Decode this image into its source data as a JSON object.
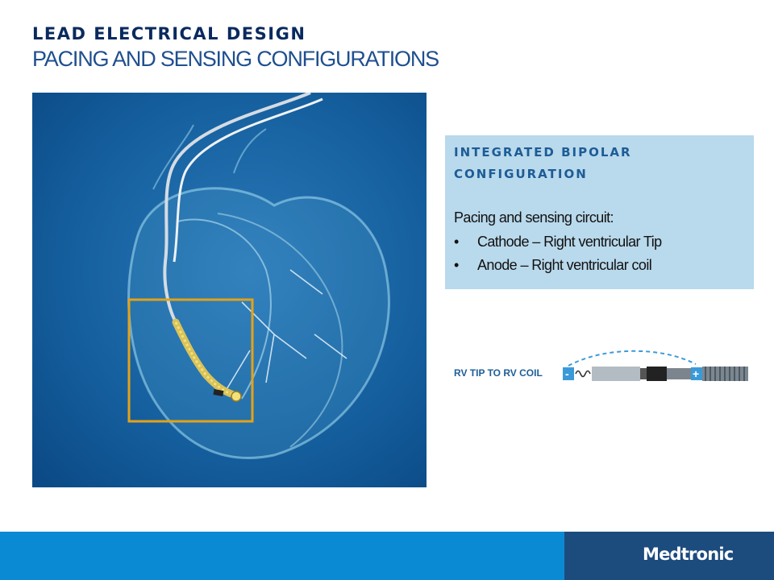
{
  "slide": {
    "title": "LEAD ELECTRICAL DESIGN",
    "subtitle": "PACING AND SENSING CONFIGURATIONS"
  },
  "info_box": {
    "heading": "INTEGRATED BIPOLAR CONFIGURATION",
    "intro": "Pacing and sensing circuit:",
    "bullets": [
      "Cathode – Right ventricular Tip",
      "Anode – Right ventricular coil"
    ],
    "bullet_glyph": "•"
  },
  "diagram": {
    "label": "RV TIP TO RV COIL",
    "minus_sign": "-",
    "plus_sign": "+"
  },
  "footer": {
    "logo_text": "Medtronic"
  },
  "colors": {
    "title": "#0a2a5e",
    "subtitle": "#1f4f8f",
    "info_box_bg": "#b9d9ec",
    "info_heading": "#1d5c96",
    "highlight_box": "#e3a218",
    "footer_primary": "#0a8ad3",
    "footer_dark": "#1c4b7e"
  }
}
